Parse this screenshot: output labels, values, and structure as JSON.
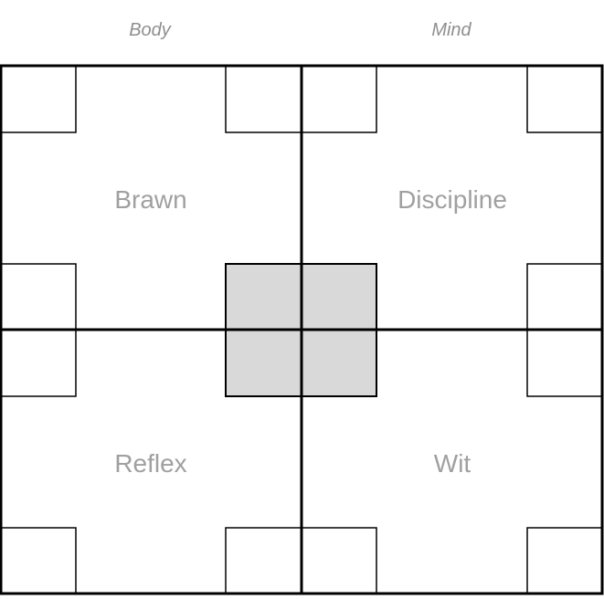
{
  "headers": {
    "left": "Body",
    "right": "Mind"
  },
  "quadrants": [
    {
      "id": "top-left",
      "label": "Brawn"
    },
    {
      "id": "top-right",
      "label": "Discipline"
    },
    {
      "id": "bottom-left",
      "label": "Reflex"
    },
    {
      "id": "bottom-right",
      "label": "Wit"
    }
  ],
  "colors": {
    "line": "#000000",
    "label": "#a0a0a0",
    "header": "#8f8f8f",
    "center_fill": "#d9d9d9"
  }
}
